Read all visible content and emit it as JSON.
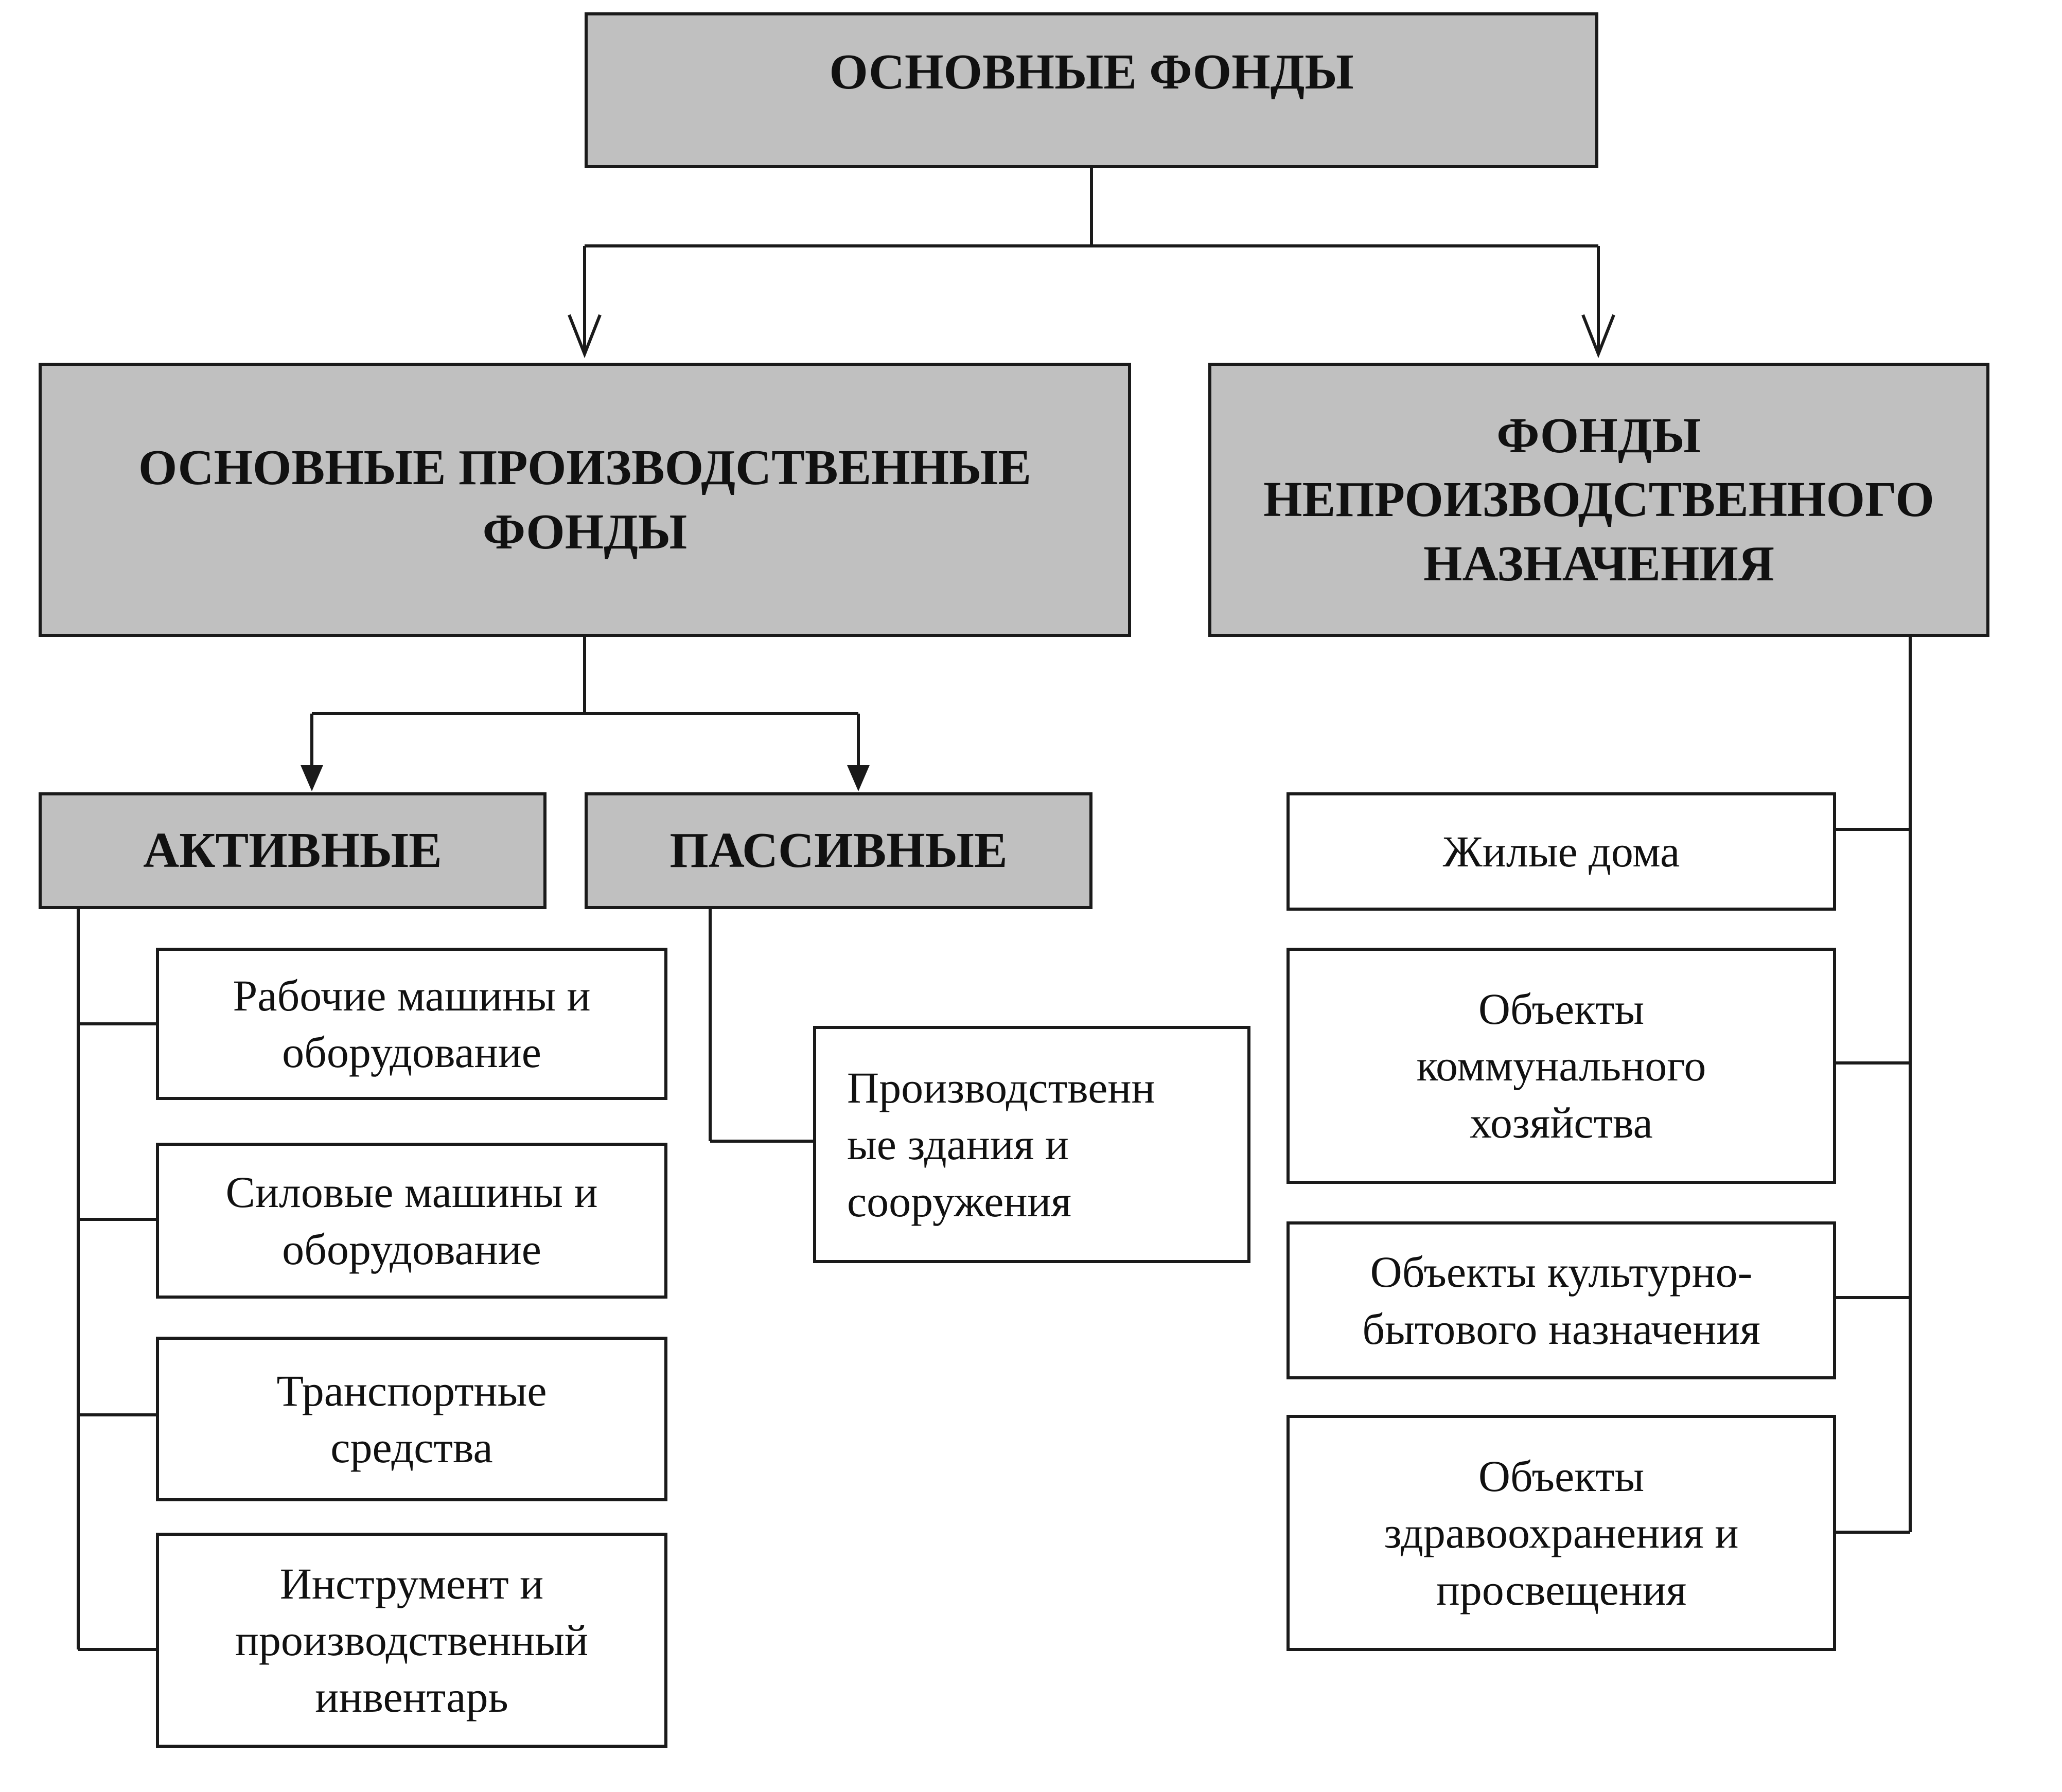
{
  "root": {
    "label": "ОСНОВНЫЕ ФОНДЫ"
  },
  "production": {
    "label": "ОСНОВНЫЕ ПРОИЗВОДСТВЕННЫЕ\nФОНДЫ"
  },
  "nonproduction": {
    "label": "ФОНДЫ\nНЕПРОИЗВОДСТВЕННОГО\nНАЗНАЧЕНИЯ"
  },
  "active": {
    "label": "АКТИВНЫЕ",
    "items": [
      "Рабочие машины и\nоборудование",
      "Силовые машины и\nоборудование",
      "Транспортные\nсредства",
      "Инструмент и\nпроизводственный\nинвентарь"
    ]
  },
  "passive": {
    "label": "ПАССИВНЫЕ",
    "items": [
      "Производственн\nые здания и\nсооружения"
    ]
  },
  "nonprod_items": [
    "Жилые дома",
    "Объекты\nкоммунального\nхозяйства",
    "Объекты культурно-\nбытового назначения",
    "Объекты\nздравоохранения и\nпросвещения"
  ],
  "colors": {
    "header_fill": "#c0c0c0",
    "item_fill": "#ffffff",
    "line": "#1a1a1a"
  }
}
